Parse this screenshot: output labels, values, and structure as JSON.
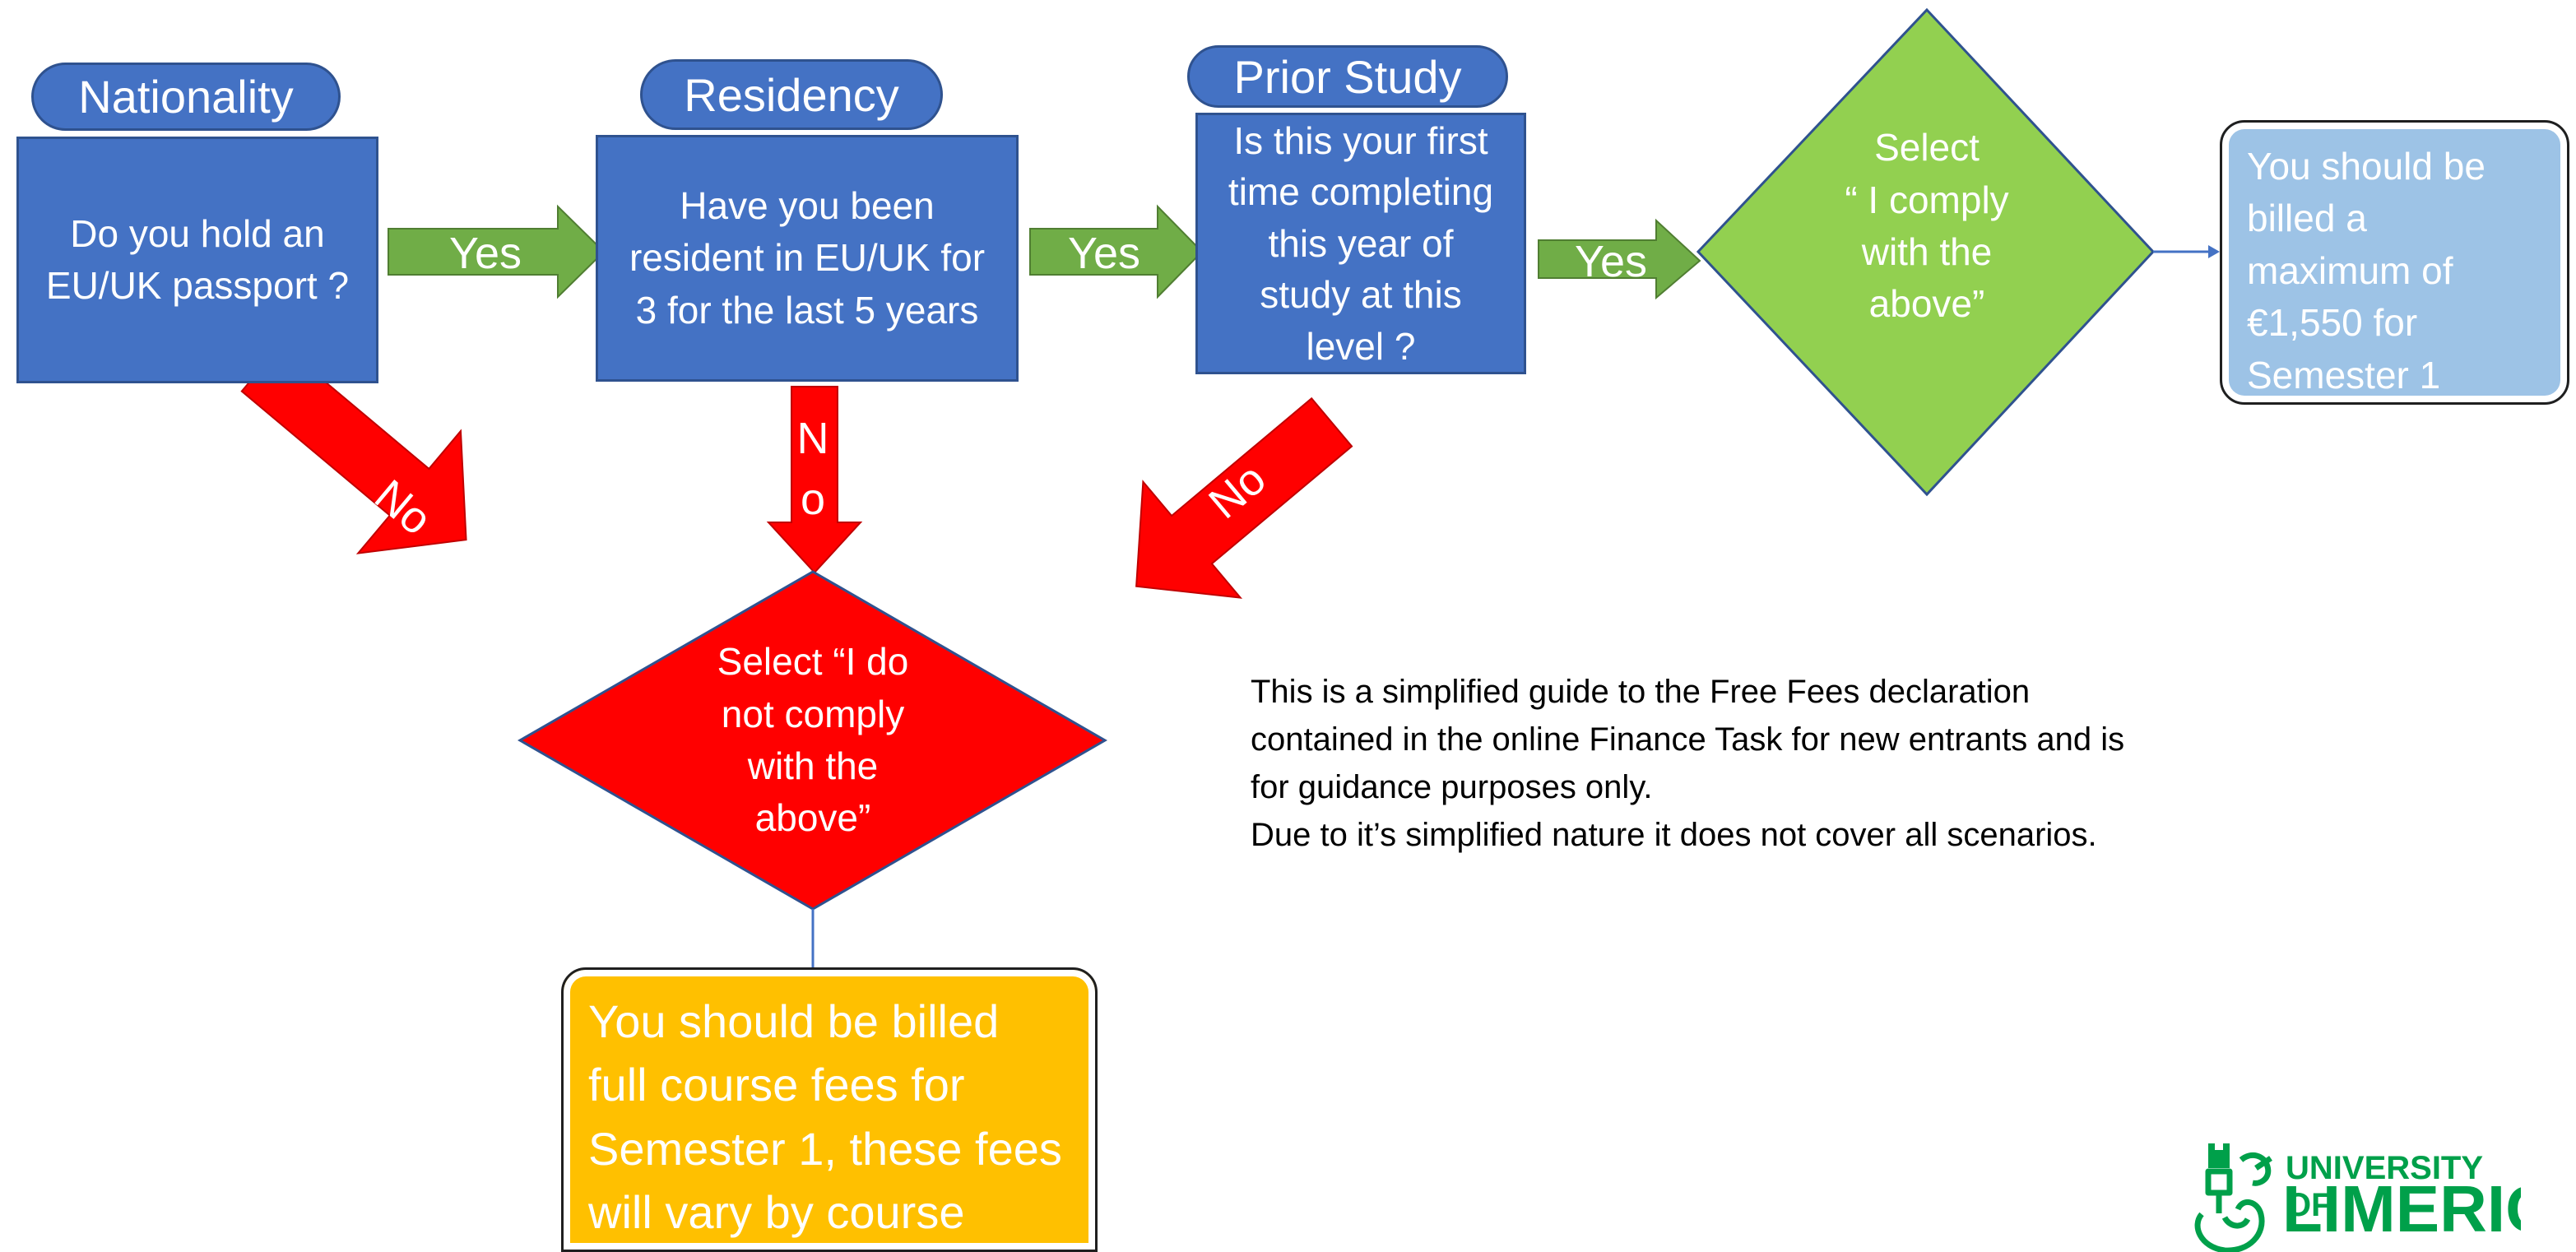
{
  "headers": {
    "nationality": "Nationality",
    "residency": "Residency",
    "prior_study": "Prior Study"
  },
  "questions": {
    "nationality": "Do you hold an\nEU/UK passport ?",
    "residency": "Have you been\nresident in EU/UK for\n3 for the last 5 years",
    "prior_study": "Is this your first\ntime completing\nthis year of\nstudy at this\nlevel ?"
  },
  "arrows": {
    "yes_1": "Yes",
    "yes_2": "Yes",
    "yes_3": "Yes",
    "no_1": "No",
    "no_2_n": "N",
    "no_2_o": "o",
    "no_3": "No"
  },
  "decisions": {
    "comply": "Select\n“ I comply\nwith the\nabove”",
    "not_comply": "Select “I do\nnot comply\nwith the\nabove”"
  },
  "results": {
    "comply": "You should be\nbilled a\nmaximum of\n€1,550  for\nSemester  1",
    "not_comply": "You should be billed\nfull course fees for\nSemester 1, these fees\nwill vary by course"
  },
  "note": "This is a simplified guide to the Free Fees declaration\ncontained in the online Finance Task for new entrants and is\nfor guidance purposes only.\nDue to it’s simplified nature it does not cover all scenarios.",
  "logo": {
    "line1": "UNIVERSITY OF",
    "line2": "LIMERICK"
  },
  "colors": {
    "question_blue": "#4472c4",
    "yes_green": "#70ad47",
    "no_red": "#ff0000",
    "comply_green": "#92d050",
    "result_lightblue": "#9dc3e6",
    "result_orange": "#ffc000",
    "logo_green": "#00a04a"
  }
}
